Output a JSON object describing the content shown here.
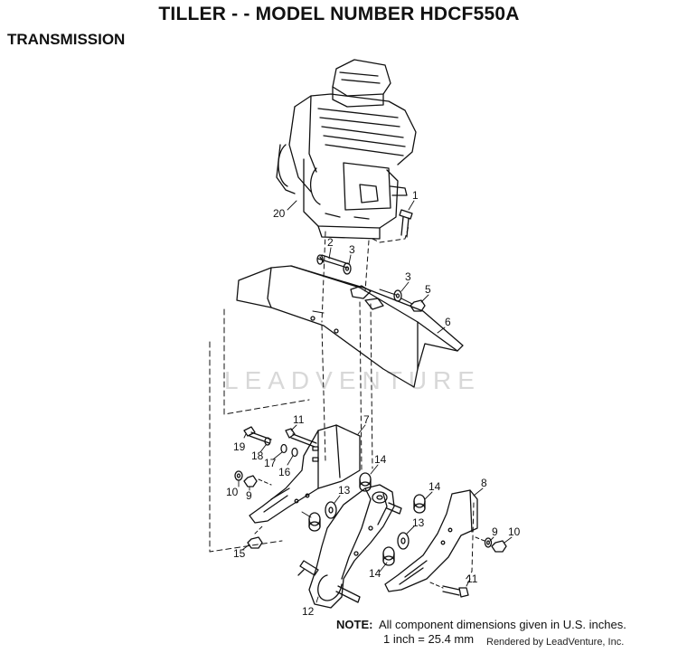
{
  "header": {
    "title": "TILLER - - MODEL NUMBER HDCF550A",
    "section": "TRANSMISSION"
  },
  "watermark": "LEADVENTURE",
  "callouts": [
    {
      "id": "c1",
      "label": "1"
    },
    {
      "id": "c2",
      "label": "2"
    },
    {
      "id": "c3a",
      "label": "3"
    },
    {
      "id": "c3b",
      "label": "3"
    },
    {
      "id": "c5",
      "label": "5"
    },
    {
      "id": "c6",
      "label": "6"
    },
    {
      "id": "c7",
      "label": "7"
    },
    {
      "id": "c8",
      "label": "8"
    },
    {
      "id": "c9a",
      "label": "9"
    },
    {
      "id": "c9b",
      "label": "9"
    },
    {
      "id": "c10a",
      "label": "10"
    },
    {
      "id": "c10b",
      "label": "10"
    },
    {
      "id": "c11a",
      "label": "11"
    },
    {
      "id": "c11b",
      "label": "11"
    },
    {
      "id": "c12",
      "label": "12"
    },
    {
      "id": "c13a",
      "label": "13"
    },
    {
      "id": "c13b",
      "label": "13"
    },
    {
      "id": "c14a",
      "label": "14"
    },
    {
      "id": "c14b",
      "label": "14"
    },
    {
      "id": "c14c",
      "label": "14"
    },
    {
      "id": "c15",
      "label": "15"
    },
    {
      "id": "c16",
      "label": "16"
    },
    {
      "id": "c17",
      "label": "17"
    },
    {
      "id": "c18",
      "label": "18"
    },
    {
      "id": "c19",
      "label": "19"
    },
    {
      "id": "c20",
      "label": "20"
    }
  ],
  "note": {
    "label": "NOTE:",
    "line1": "All component dimensions given in U.S. inches.",
    "line2": "1 inch = 25.4 mm"
  },
  "footer": {
    "rendered_by": "Rendered by LeadVenture, Inc."
  }
}
